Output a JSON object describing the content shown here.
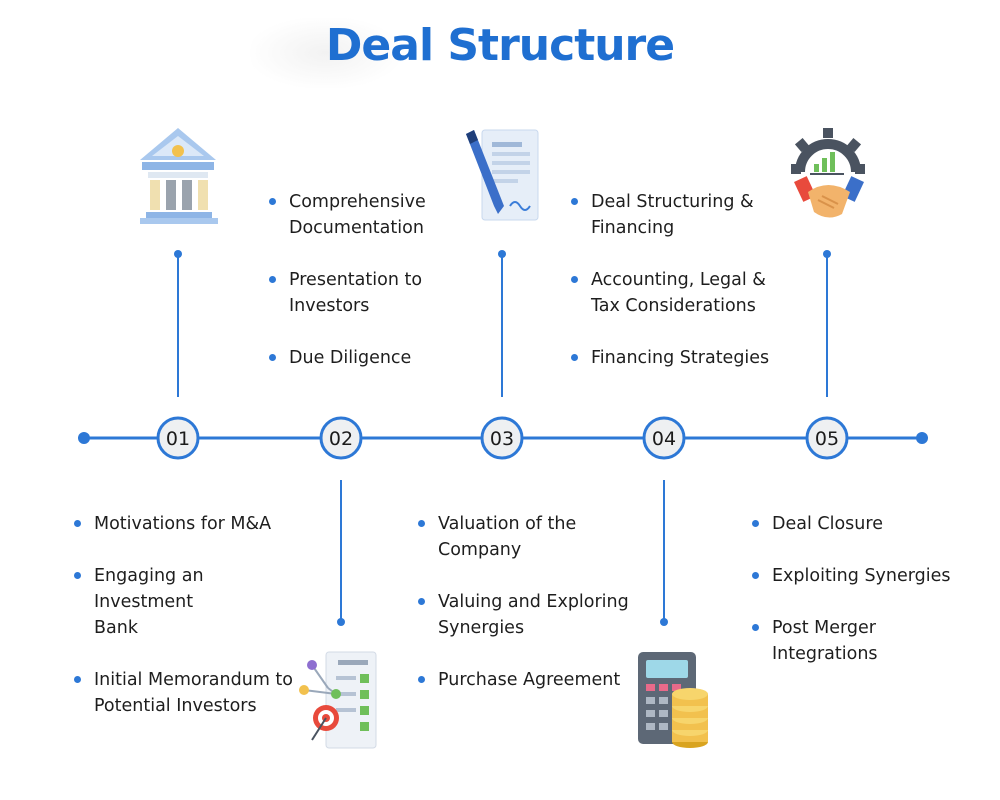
{
  "title": "Deal Structure",
  "colors": {
    "accent": "#1f6fd1",
    "line": "#2d78d6",
    "text": "#1e1e1e"
  },
  "steps": [
    {
      "number": "01",
      "icon": "bank-building-icon",
      "items": [
        "Motivations for M&A",
        "Engaging an Investment Bank",
        "Initial Memorandum to Potential Investors"
      ]
    },
    {
      "number": "02",
      "icon": "documentation-checklist-icon",
      "items": [
        "Comprehensive Documentation",
        "Presentation to Investors",
        "Due Diligence"
      ]
    },
    {
      "number": "03",
      "icon": "contract-pen-icon",
      "items": [
        "Valuation of the Company",
        "Valuing and Exploring Synergies",
        "Purchase Agreement"
      ]
    },
    {
      "number": "04",
      "icon": "calculator-coins-icon",
      "items": [
        "Deal Structuring & Financing",
        "Accounting, Legal & Tax Considerations",
        "Financing Strategies"
      ]
    },
    {
      "number": "05",
      "icon": "handshake-gear-icon",
      "items": [
        "Deal Closure",
        "Exploiting Synergies",
        "Post Merger Integrations"
      ]
    }
  ]
}
